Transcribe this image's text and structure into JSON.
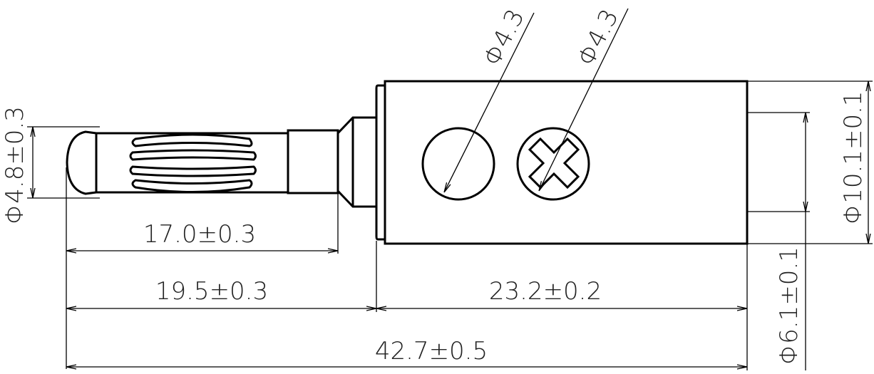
{
  "title": "Banana plug dimension drawing",
  "dimensions": {
    "hole_diameter_1": "Φ4.3",
    "hole_diameter_2": "Φ4.3",
    "pin_diameter": "Φ4.8±0.3",
    "spring_length": "17.0±0.3",
    "pin_length": "19.5±0.3",
    "body_length": "23.2±0.2",
    "total_length": "42.7±0.5",
    "body_diameter": "Φ10.1±0.1",
    "bore_diameter": "Φ6.1±0.1"
  },
  "colors": {
    "line": "#000000",
    "text": "#222222"
  }
}
